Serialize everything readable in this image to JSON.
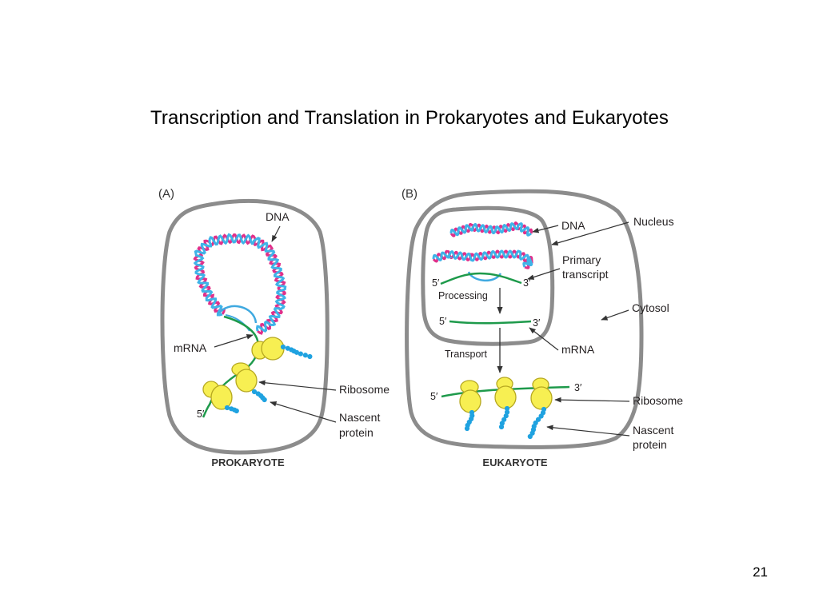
{
  "slide": {
    "title": "Transcription and Translation in Prokaryotes and Eukaryotes",
    "page_number": "21"
  },
  "colors": {
    "cell_outline": "#8c8c8c",
    "dna_strand_a": "#e0308a",
    "dna_strand_b": "#3fb3e8",
    "mrna": "#1e9a4b",
    "transcript_bubble": "#3fa9e0",
    "ribosome_fill": "#f7ef52",
    "ribosome_stroke": "#b6a820",
    "protein": "#1fa2e0",
    "arrow": "#333333"
  },
  "panel_a": {
    "letter": "(A)",
    "caption": "PROKARYOTE",
    "labels": {
      "dna": "DNA",
      "mrna": "mRNA",
      "ribosome": "Ribosome",
      "nascent": "Nascent",
      "protein": "protein",
      "five_prime": "5′"
    }
  },
  "panel_b": {
    "letter": "(B)",
    "caption": "EUKARYOTE",
    "labels": {
      "dna": "DNA",
      "nucleus": "Nucleus",
      "primary": "Primary",
      "transcript": "transcript",
      "cytosol": "Cytosol",
      "processing": "Processing",
      "transport": "Transport",
      "mrna": "mRNA",
      "ribosome": "Ribosome",
      "nascent": "Nascent",
      "protein": "protein",
      "five_prime": "5′",
      "three_prime": "3′"
    }
  }
}
